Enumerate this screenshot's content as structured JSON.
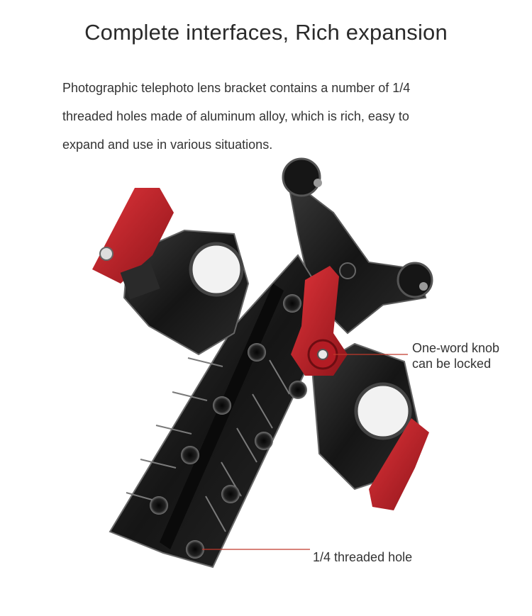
{
  "heading": "Complete interfaces, Rich expansion",
  "description": {
    "line1": "Photographic telephoto lens bracket contains a number of 1/4",
    "line2": "threaded holes made of aluminum alloy, which is rich, easy to",
    "line3": "expand and use in various situations."
  },
  "callouts": {
    "knob_line1": "One-word knob",
    "knob_line2": "can be locked",
    "hole": "1/4 threaded hole"
  },
  "colors": {
    "metal": "#1d1d1d",
    "metal_edge": "#6a6a6a",
    "accent_red": "#c8232c",
    "leader": "#c0392b"
  }
}
